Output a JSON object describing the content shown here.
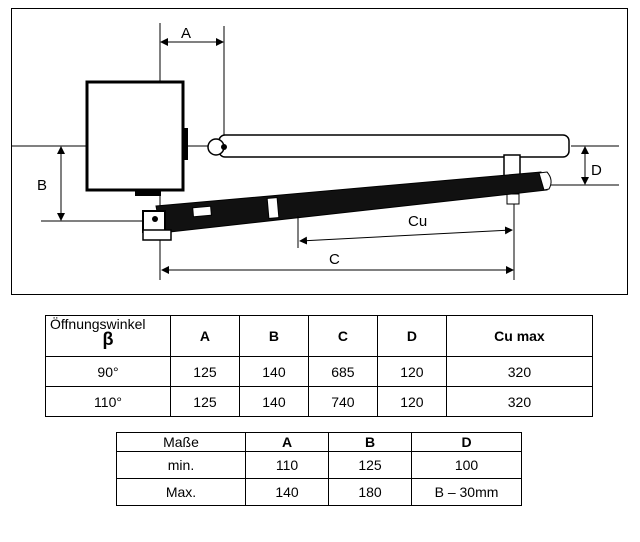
{
  "diagram": {
    "labels": {
      "a": "A",
      "b": "B",
      "c": "C",
      "d": "D",
      "cu": "Cu"
    }
  },
  "table1": {
    "angle_header": "Öffnungswinkel",
    "angle_symbol": "β",
    "headers": [
      "A",
      "B",
      "C",
      "D",
      "Cu max"
    ],
    "rows": [
      {
        "angle": "90°",
        "values": [
          "125",
          "140",
          "685",
          "120",
          "320"
        ]
      },
      {
        "angle": "110°",
        "values": [
          "125",
          "140",
          "740",
          "120",
          "320"
        ]
      }
    ]
  },
  "table2": {
    "headers": [
      "Maße",
      "A",
      "B",
      "D"
    ],
    "rows": [
      [
        "min.",
        "110",
        "125",
        "100"
      ],
      [
        "Max.",
        "140",
        "180",
        "B – 30mm"
      ]
    ]
  }
}
